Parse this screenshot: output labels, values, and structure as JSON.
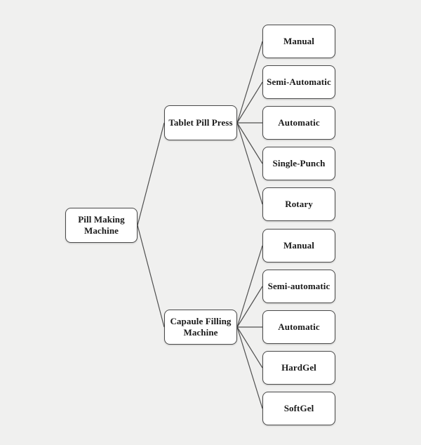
{
  "diagram": {
    "type": "tree",
    "orientation": "left-to-right",
    "colors": {
      "background": "#f0f0ef",
      "node_fill": "#ffffff",
      "node_border": "#4a4a4a",
      "line_color": "#4f4f4f",
      "text_color": "#1a1a1a"
    },
    "root": {
      "label": "Pill Making Machine"
    },
    "branches": [
      {
        "label": "Tablet Pill Press",
        "children": [
          "Manual",
          "Semi-Automatic",
          "Automatic",
          "Single-Punch",
          "Rotary"
        ]
      },
      {
        "label": "Capaule Filling Machine",
        "children": [
          "Manual",
          "Semi-automatic",
          "Automatic",
          "HardGel",
          "SoftGel"
        ]
      }
    ]
  }
}
